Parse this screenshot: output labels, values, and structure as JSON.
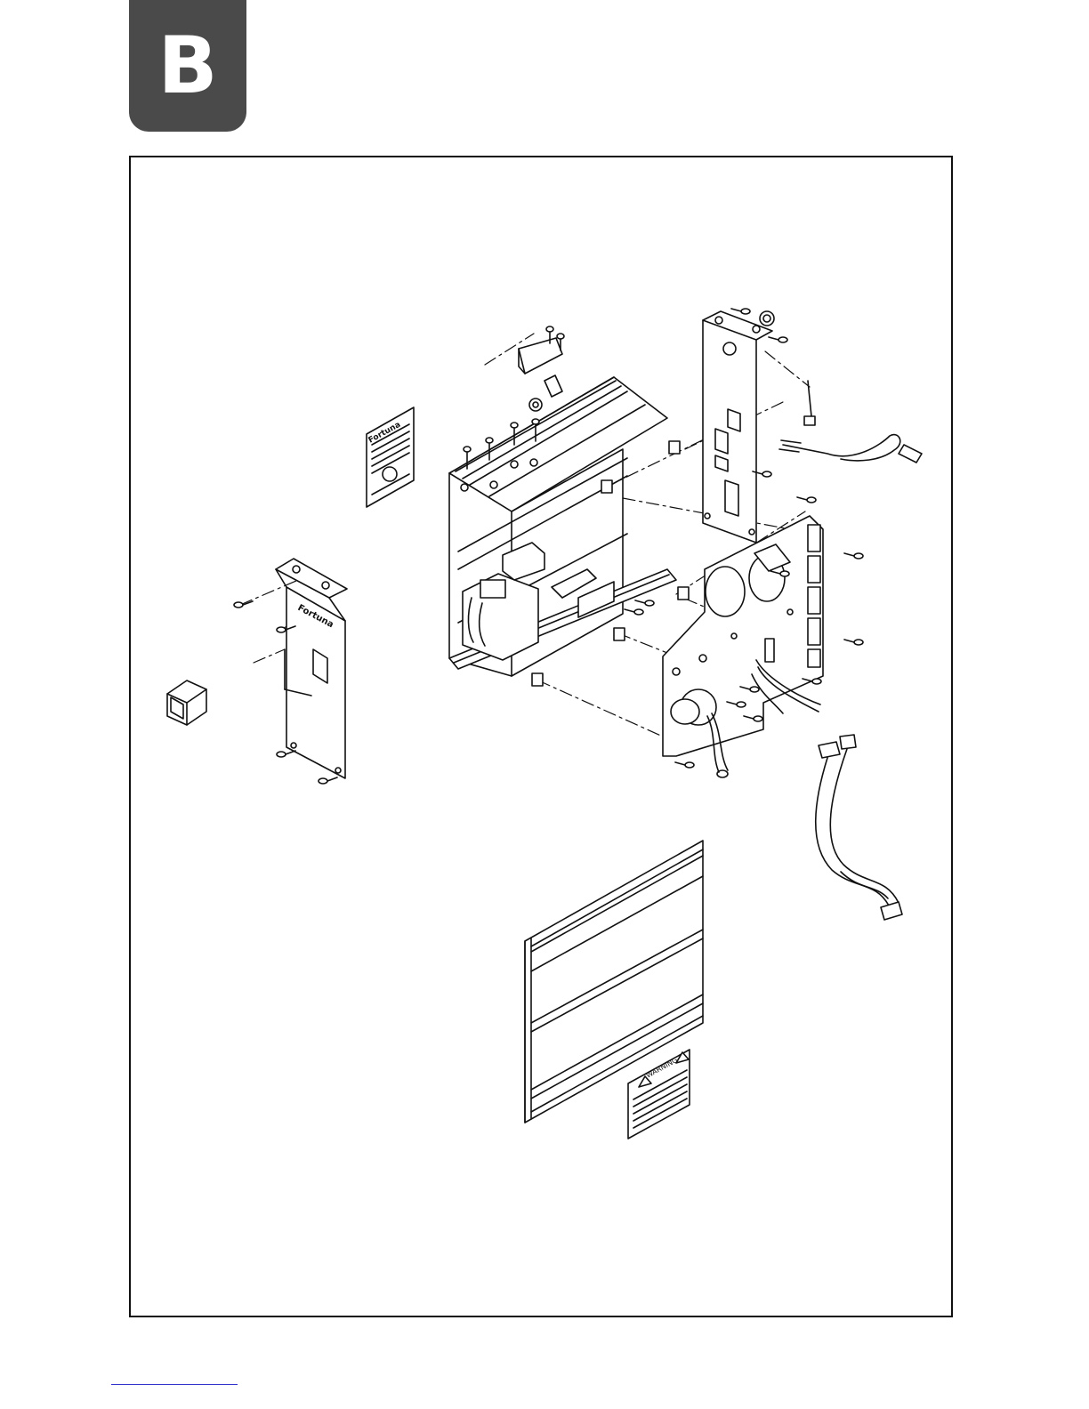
{
  "section": {
    "letter": "B",
    "tab_color": "#4a4a4a"
  },
  "diagram": {
    "label_top_brand": "Fortuna",
    "label_side_brand": "Fortuna",
    "warning_label_title": "WARNING",
    "line_color": "#111111"
  },
  "footer": {
    "rule_color": "#3333cc"
  }
}
